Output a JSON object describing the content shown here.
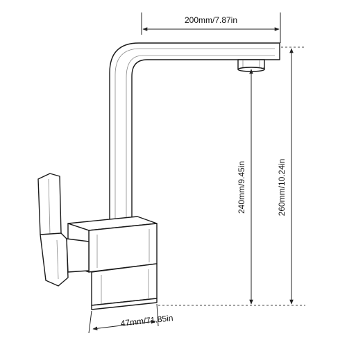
{
  "dimensions": {
    "spout_reach": "200mm/7.87in",
    "spout_height": "240mm/9.45in",
    "total_height": "260mm/10.24in",
    "base_size": "47mm/71.85in"
  },
  "colors": {
    "line": "#1a1a1a",
    "background": "#ffffff"
  }
}
